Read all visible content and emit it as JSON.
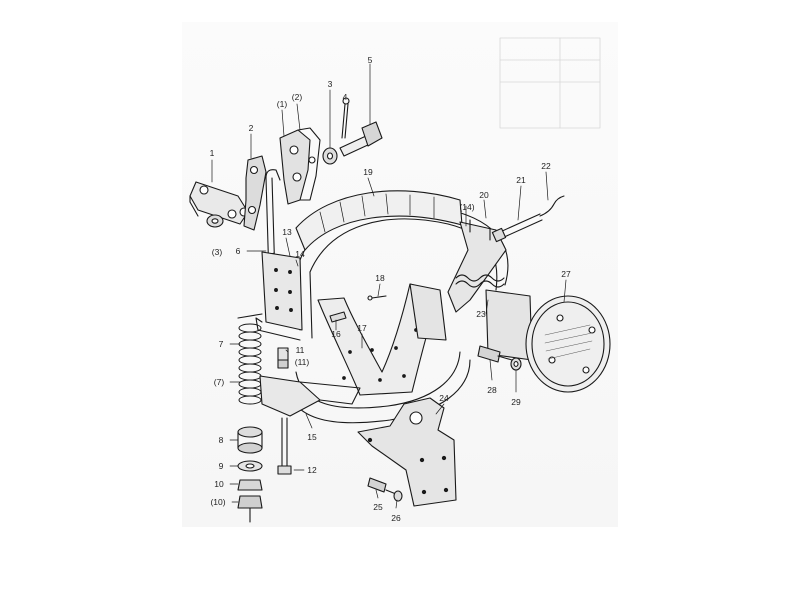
{
  "parts": [
    {
      "id": "p1",
      "text": "1"
    },
    {
      "id": "p2",
      "text": "2"
    },
    {
      "id": "p1b",
      "text": "(1)"
    },
    {
      "id": "p2b",
      "text": "(2)"
    },
    {
      "id": "p3",
      "text": "3"
    },
    {
      "id": "p4",
      "text": "4"
    },
    {
      "id": "p5",
      "text": "5"
    },
    {
      "id": "p3b",
      "text": "(3)"
    },
    {
      "id": "p6",
      "text": "6"
    },
    {
      "id": "p7",
      "text": "7"
    },
    {
      "id": "p7b",
      "text": "(7)"
    },
    {
      "id": "p8",
      "text": "8"
    },
    {
      "id": "p9",
      "text": "9"
    },
    {
      "id": "p10",
      "text": "10"
    },
    {
      "id": "p10b",
      "text": "(10)"
    },
    {
      "id": "p11",
      "text": "11"
    },
    {
      "id": "p11b",
      "text": "(11)"
    },
    {
      "id": "p12",
      "text": "12"
    },
    {
      "id": "p13",
      "text": "13"
    },
    {
      "id": "p14",
      "text": "14"
    },
    {
      "id": "p14b",
      "text": "(14)"
    },
    {
      "id": "p15",
      "text": "15"
    },
    {
      "id": "p16",
      "text": "16"
    },
    {
      "id": "p17",
      "text": "17"
    },
    {
      "id": "p18",
      "text": "18"
    },
    {
      "id": "p19",
      "text": "19"
    },
    {
      "id": "p20",
      "text": "20"
    },
    {
      "id": "p21",
      "text": "21"
    },
    {
      "id": "p22",
      "text": "22"
    },
    {
      "id": "p23",
      "text": "23"
    },
    {
      "id": "p24",
      "text": "24"
    },
    {
      "id": "p25",
      "text": "25"
    },
    {
      "id": "p26",
      "text": "26"
    },
    {
      "id": "p27",
      "text": "27"
    },
    {
      "id": "p28",
      "text": "28"
    },
    {
      "id": "p29",
      "text": "29"
    }
  ]
}
